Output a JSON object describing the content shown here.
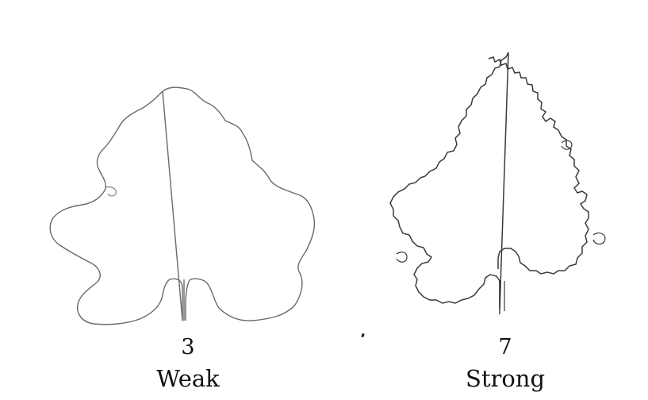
{
  "panels": [
    {
      "id": "weak",
      "score": "3",
      "label": "Weak",
      "outline_color": "#6a6a6a"
    },
    {
      "id": "strong",
      "score": "7",
      "label": "Strong",
      "outline_color": "#3a3a3a"
    }
  ]
}
